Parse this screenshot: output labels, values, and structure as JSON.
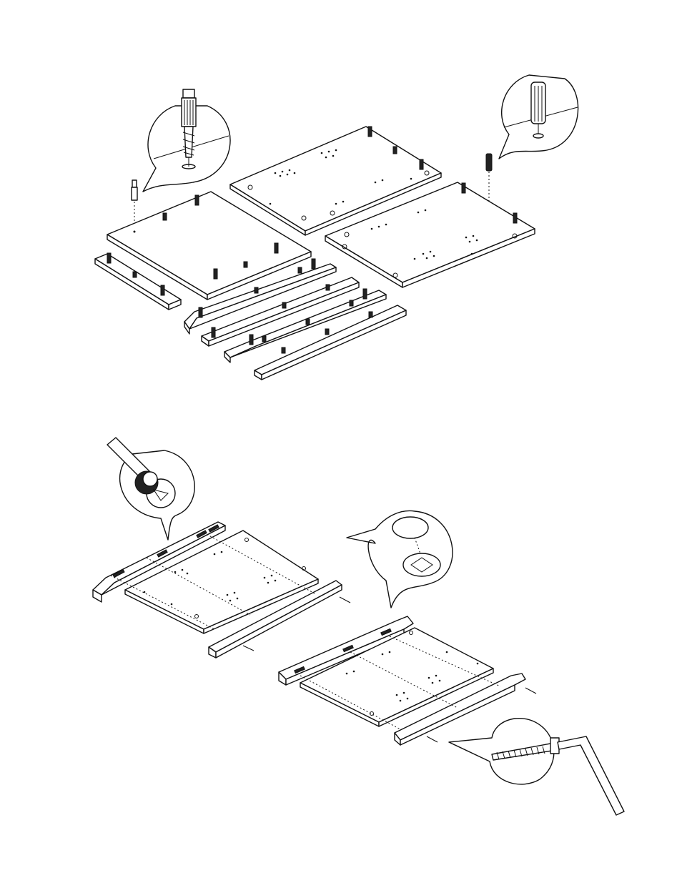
{
  "page": {
    "background": "#ffffff",
    "line_color": "#111111"
  },
  "steps": [
    {
      "name": "dowel-and-cam-bolt-insertion",
      "parts": [
        "cam-bolt",
        "wooden-dowel",
        "side-panel",
        "top-panel",
        "bottom-panel",
        "front-rail",
        "back-rail",
        "leg-rail-1",
        "leg-rail-2",
        "leg-rail-3",
        "leg-rail-4"
      ],
      "callouts": [
        "cam-bolt-detail",
        "dowel-detail"
      ]
    },
    {
      "name": "frame-assembly-with-cam-locks",
      "parts": [
        "panel-left",
        "rail-top-left",
        "rail-bottom-left",
        "panel-right",
        "rail-top-right",
        "rail-bottom-right",
        "bolt",
        "allen-key"
      ],
      "callouts": [
        "cam-lock-screwdriver-detail",
        "cam-cap-detail",
        "bolt-allen-key-detail"
      ]
    }
  ]
}
